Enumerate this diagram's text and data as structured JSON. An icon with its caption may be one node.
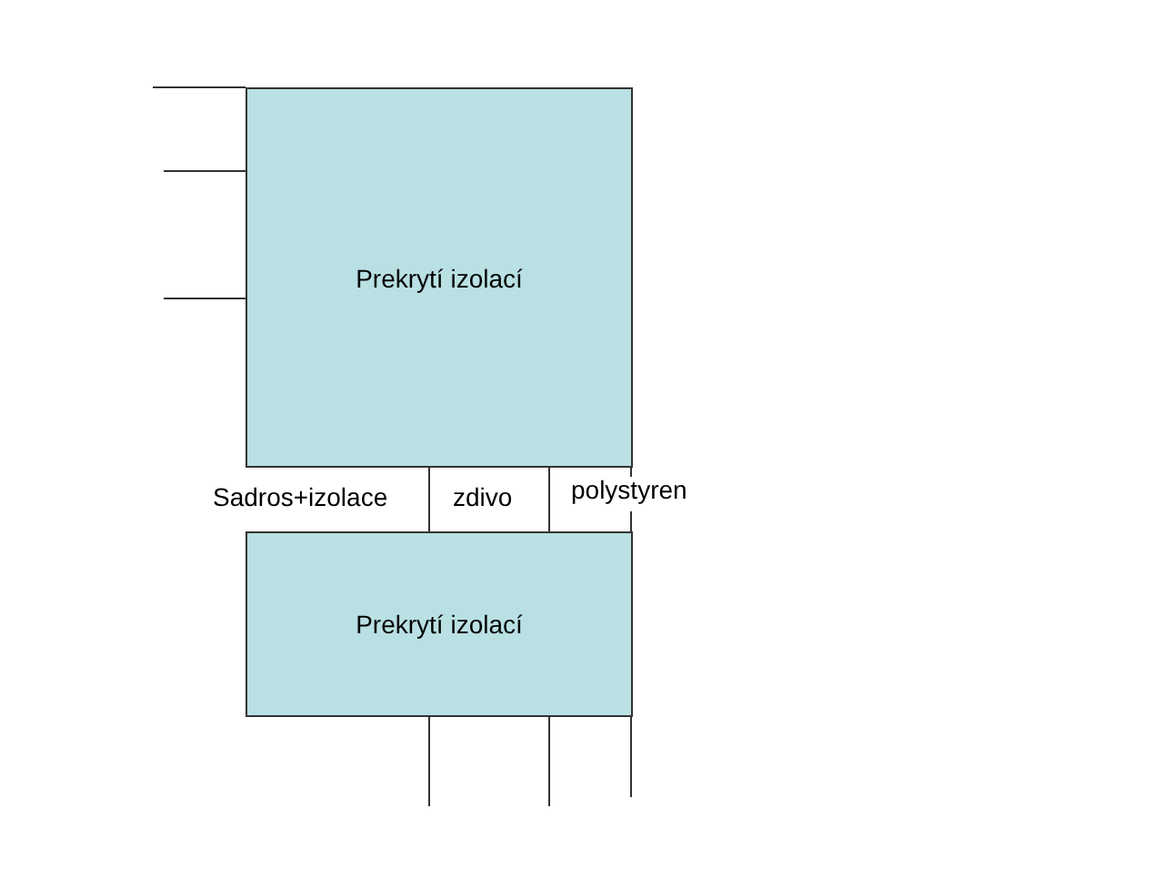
{
  "diagram": {
    "nodes": [
      {
        "text": [
          "Prekrytí izolací"
        ]
      },
      {
        "text": [
          "Prekrytí izolací"
        ]
      }
    ],
    "edges": [],
    "labels": [
      "Sadros+izolace",
      "zdivo",
      "polystyren"
    ]
  }
}
